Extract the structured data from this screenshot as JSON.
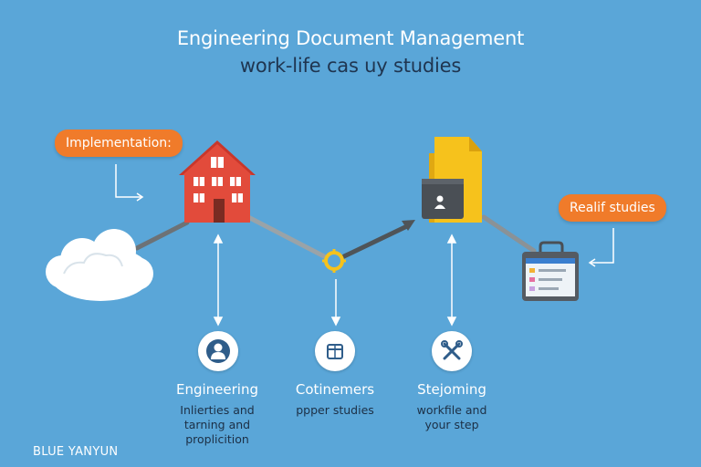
{
  "title": {
    "main": "Engineering Document Management",
    "sub": "work-life cas uy studies"
  },
  "callouts": {
    "implementation": "Implementation:",
    "real_studies": "Realif studies"
  },
  "columns": [
    {
      "icon": "person-icon",
      "heading": "Engineering",
      "body": [
        "Inlierties and",
        "tarning and",
        "proplicition"
      ]
    },
    {
      "icon": "box-icon",
      "heading": "Cotinemers",
      "body": [
        "ppper studies"
      ]
    },
    {
      "icon": "tools-icon",
      "heading": "Stejoming",
      "body": [
        "workfile and",
        "your step"
      ]
    }
  ],
  "brand": "BLUE YANYUN",
  "colors": {
    "background": "#5aa6d8",
    "accent_orange": "#f07b2a",
    "house_red": "#e24b3b",
    "folder_yellow": "#f6c21c",
    "connector": "#6d7276"
  },
  "nodes": [
    "cloud-icon",
    "house-icon",
    "gear-node",
    "folder-icon",
    "briefcase-icon"
  ]
}
